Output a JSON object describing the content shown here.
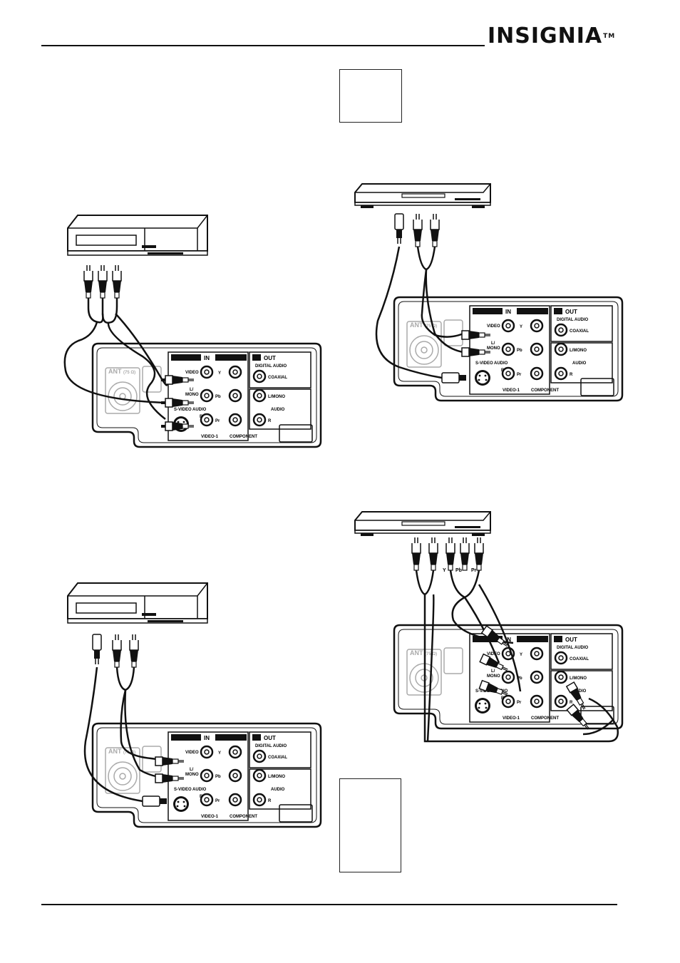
{
  "brand": {
    "logo": "INSIGNIA",
    "trademark": "TM"
  },
  "panel_labels": {
    "in": "IN",
    "out": "OUT",
    "digital_audio": "DIGITAL AUDIO",
    "coaxial": "COAXIAL",
    "video": "VIDEO",
    "y": "Y",
    "l_mono": "L/",
    "mono": "MONO",
    "pb": "Pb",
    "pr": "Pr",
    "audio": "AUDIO",
    "r": "R",
    "s_video": "S-VIDEO",
    "video_1": "VIDEO-1",
    "component": "COMPONENT",
    "l_mono_right": "L/MONO",
    "ant": "ANT",
    "ohm": "(75 Ω)"
  },
  "plug_labels": {
    "y": "Y",
    "pb": "Pb",
    "pr": "Pr"
  }
}
